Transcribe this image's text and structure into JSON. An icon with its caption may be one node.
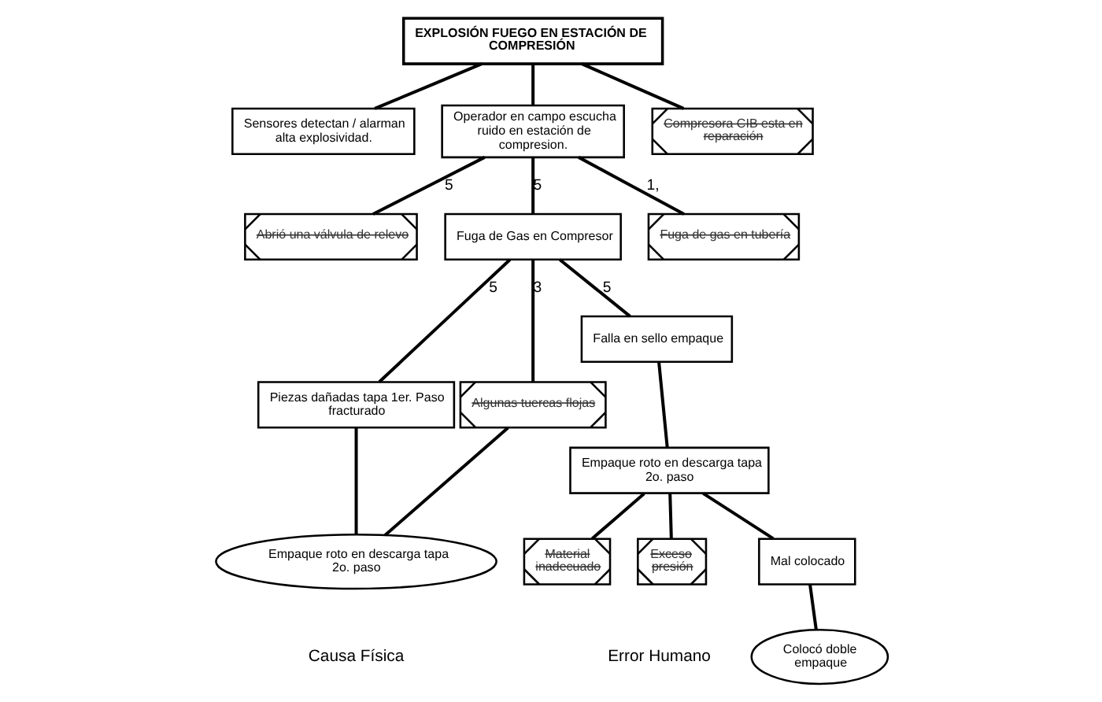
{
  "diagram": {
    "nodes": [
      {
        "text": [
          "EXPLOSIÓN FUEGO EN ESTACIÓN DE COMPRESIÓN"
        ]
      },
      {
        "text": [
          "Sensores detectan / alarman alta explosividad."
        ]
      },
      {
        "text": [
          "Operador en campo escucha ruido en estación de compresion."
        ]
      },
      {
        "text": [
          "Compresora CIB esta en reparación"
        ]
      },
      {
        "text": [
          "Abrió una válvula de relevo"
        ]
      },
      {
        "text": [
          "Fuga de Gas en Compresor"
        ]
      },
      {
        "text": [
          "Fuga de gas en tubería"
        ]
      },
      {
        "text": [
          "Piezas dañadas tapa 1er. Paso fracturado"
        ]
      },
      {
        "text": [
          "Algunas tuercas flojas"
        ]
      },
      {
        "text": [
          "Falla en sello empaque"
        ]
      },
      {
        "text": [
          "Empaque roto en descarga tapa 2o. paso"
        ]
      },
      {
        "text": [
          "Empaque roto en descarga tapa 2o. paso"
        ]
      },
      {
        "text": [
          "Material inadecuado"
        ]
      },
      {
        "text": [
          "Exceso presión"
        ]
      },
      {
        "text": [
          "Mal colocado"
        ]
      },
      {
        "text": [
          "Colocó doble empaque"
        ]
      }
    ],
    "edges": [
      {
        "from": 0,
        "to": 1,
        "arrow": "none"
      },
      {
        "from": 0,
        "to": 2,
        "arrow": "none"
      },
      {
        "from": 0,
        "to": 3,
        "arrow": "none"
      },
      {
        "from": 2,
        "to": 4,
        "arrow": "none",
        "label": "5"
      },
      {
        "from": 2,
        "to": 5,
        "arrow": "none",
        "label": "5"
      },
      {
        "from": 2,
        "to": 6,
        "arrow": "none",
        "label": "1,"
      },
      {
        "from": 5,
        "to": 7,
        "arrow": "none",
        "label": "5"
      },
      {
        "from": 5,
        "to": 8,
        "arrow": "none",
        "label": "3"
      },
      {
        "from": 5,
        "to": 9,
        "arrow": "none",
        "label": "5"
      },
      {
        "from": 9,
        "to": 11,
        "arrow": "none"
      },
      {
        "from": 7,
        "to": 10,
        "arrow": "none"
      },
      {
        "from": 8,
        "to": 10,
        "arrow": "none"
      },
      {
        "from": 11,
        "to": 12,
        "arrow": "none"
      },
      {
        "from": 11,
        "to": 13,
        "arrow": "none"
      },
      {
        "from": 11,
        "to": 14,
        "arrow": "none"
      },
      {
        "from": 14,
        "to": 15,
        "arrow": "none"
      }
    ],
    "labels": [
      "Causa Física",
      "Error Humano"
    ]
  }
}
